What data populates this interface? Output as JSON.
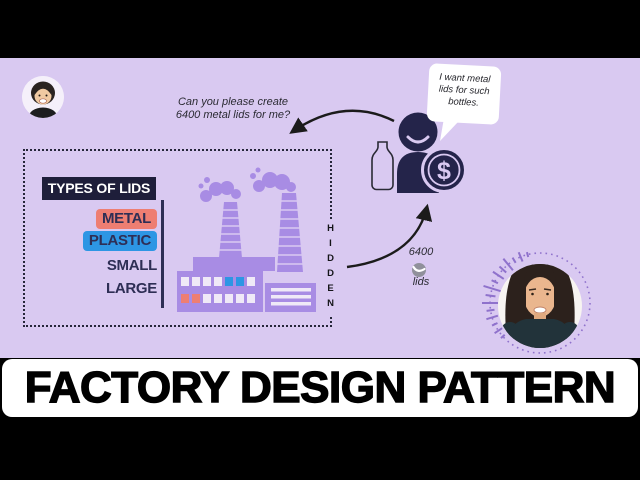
{
  "colors": {
    "background": "#d9c9f1",
    "dark_navy": "#24244a",
    "header_navy": "#1e1e3a",
    "salmon": "#ee7e72",
    "blue": "#2d96e4",
    "factory_purple": "#a88ce4",
    "window_white": "#efe9f7",
    "ink": "#1b1b1b",
    "ring_purple": "#8f72cc",
    "banner_bg": "#ffffff"
  },
  "request": {
    "line1": "Can you please create",
    "line2": "6400 metal lids for me?"
  },
  "lids_box": {
    "title": "TYPES OF LIDS",
    "labels": [
      {
        "text": "METAL",
        "bg": "#ee7e72"
      },
      {
        "text": "PLASTIC",
        "bg": "#2d96e4"
      },
      {
        "text": "SMALL",
        "bg": "transparent"
      },
      {
        "text": "LARGE",
        "bg": "transparent"
      }
    ],
    "hidden_word": "HIDDEN"
  },
  "factory": {
    "windows_row1": [
      "window",
      "window",
      "window",
      "window",
      "blue",
      "blue",
      "window"
    ],
    "windows_row2": [
      "salmon",
      "salmon",
      "window",
      "window",
      "window",
      "window",
      "window"
    ]
  },
  "bubble": {
    "line1": "I want metal",
    "line2": "lids for such",
    "line3": "bottles."
  },
  "output_label": {
    "count": "6400",
    "unit": "lids"
  },
  "icons": {
    "dollar": "$"
  },
  "banner": {
    "title": "FACTORY DESIGN PATTERN"
  }
}
